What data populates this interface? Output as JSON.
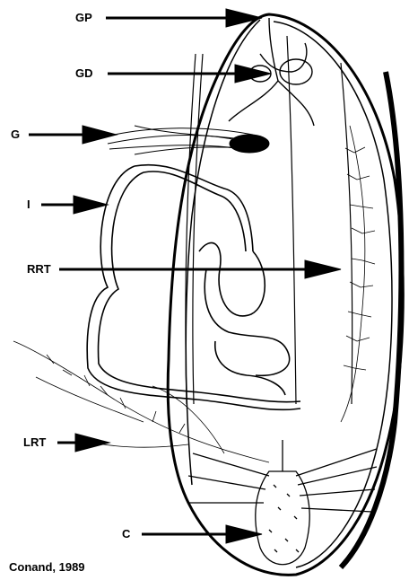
{
  "labels": {
    "gp": "GP",
    "gd": "GD",
    "g": "G",
    "i": "I",
    "rrt": "RRT",
    "lrt": "LRT",
    "c": "C"
  },
  "credit": "Conand, 1989",
  "colors": {
    "ink": "#000000",
    "background": "#ffffff"
  }
}
